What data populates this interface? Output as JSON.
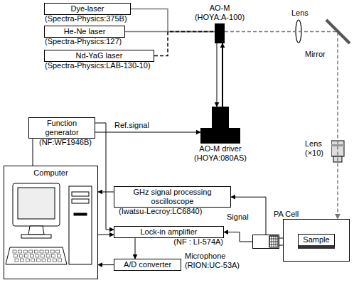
{
  "diagram": {
    "nodes": [
      {
        "text": [
          "Dye-laser",
          "(Spectra-Physics:375B)"
        ]
      },
      {
        "text": [
          "He-Ne laser",
          "(Spectra-Physics:127)"
        ]
      },
      {
        "text": [
          "Nd-YaG laser",
          "(Spectra-Physics:LAB-130-10)"
        ]
      },
      {
        "text": [
          "AO-M",
          "(HOYA:A-100)"
        ]
      },
      {
        "text": [
          "AO-M driver",
          "(HOYA:080AS)"
        ]
      },
      {
        "text": [
          "Function generator",
          "(NF:WF1946B)"
        ]
      },
      {
        "text": [
          "GHz signal processing oscilloscope",
          "(Iwatsu-Lecroy:LC6840)"
        ]
      },
      {
        "text": [
          "Lock-in amplifier",
          "(NF : LI-574A)"
        ]
      },
      {
        "text": [
          "A/D converter"
        ]
      },
      {
        "text": [
          "Computer"
        ]
      },
      {
        "text": [
          "PA Cell"
        ]
      },
      {
        "text": [
          "Sample"
        ],
        "in": 10
      },
      {
        "text": [
          "Microphone",
          "(RION:UC-53A)"
        ]
      }
    ],
    "edges": [
      {
        "from": 0,
        "to": 3,
        "arrow": "none"
      },
      {
        "from": 1,
        "to": 3,
        "arrow": "none"
      },
      {
        "from": 2,
        "to": 3,
        "arrow": "none"
      },
      {
        "from": 3,
        "to": 10,
        "arrow": "to"
      },
      {
        "from": 4,
        "to": 3,
        "arrow": "to"
      },
      {
        "from": 3,
        "to": 4,
        "arrow": "to"
      },
      {
        "from": 5,
        "to": 4,
        "label": "Ref.signal",
        "arrow": "to"
      },
      {
        "from": 5,
        "to": 7,
        "arrow": "to"
      },
      {
        "from": 5,
        "to": 9,
        "arrow": "none"
      },
      {
        "from": 6,
        "to": 9,
        "arrow": "to"
      },
      {
        "from": 9,
        "to": 7,
        "arrow": "to"
      },
      {
        "from": 7,
        "to": 8,
        "arrow": "to"
      },
      {
        "from": 8,
        "to": 9,
        "arrow": "to"
      },
      {
        "from": 12,
        "to": 6,
        "arrow": "to"
      },
      {
        "from": 12,
        "to": 7,
        "label": "Signal",
        "arrow": "to"
      }
    ],
    "labels": [
      "Lens",
      "Mirror",
      "Lens (×10)"
    ]
  }
}
